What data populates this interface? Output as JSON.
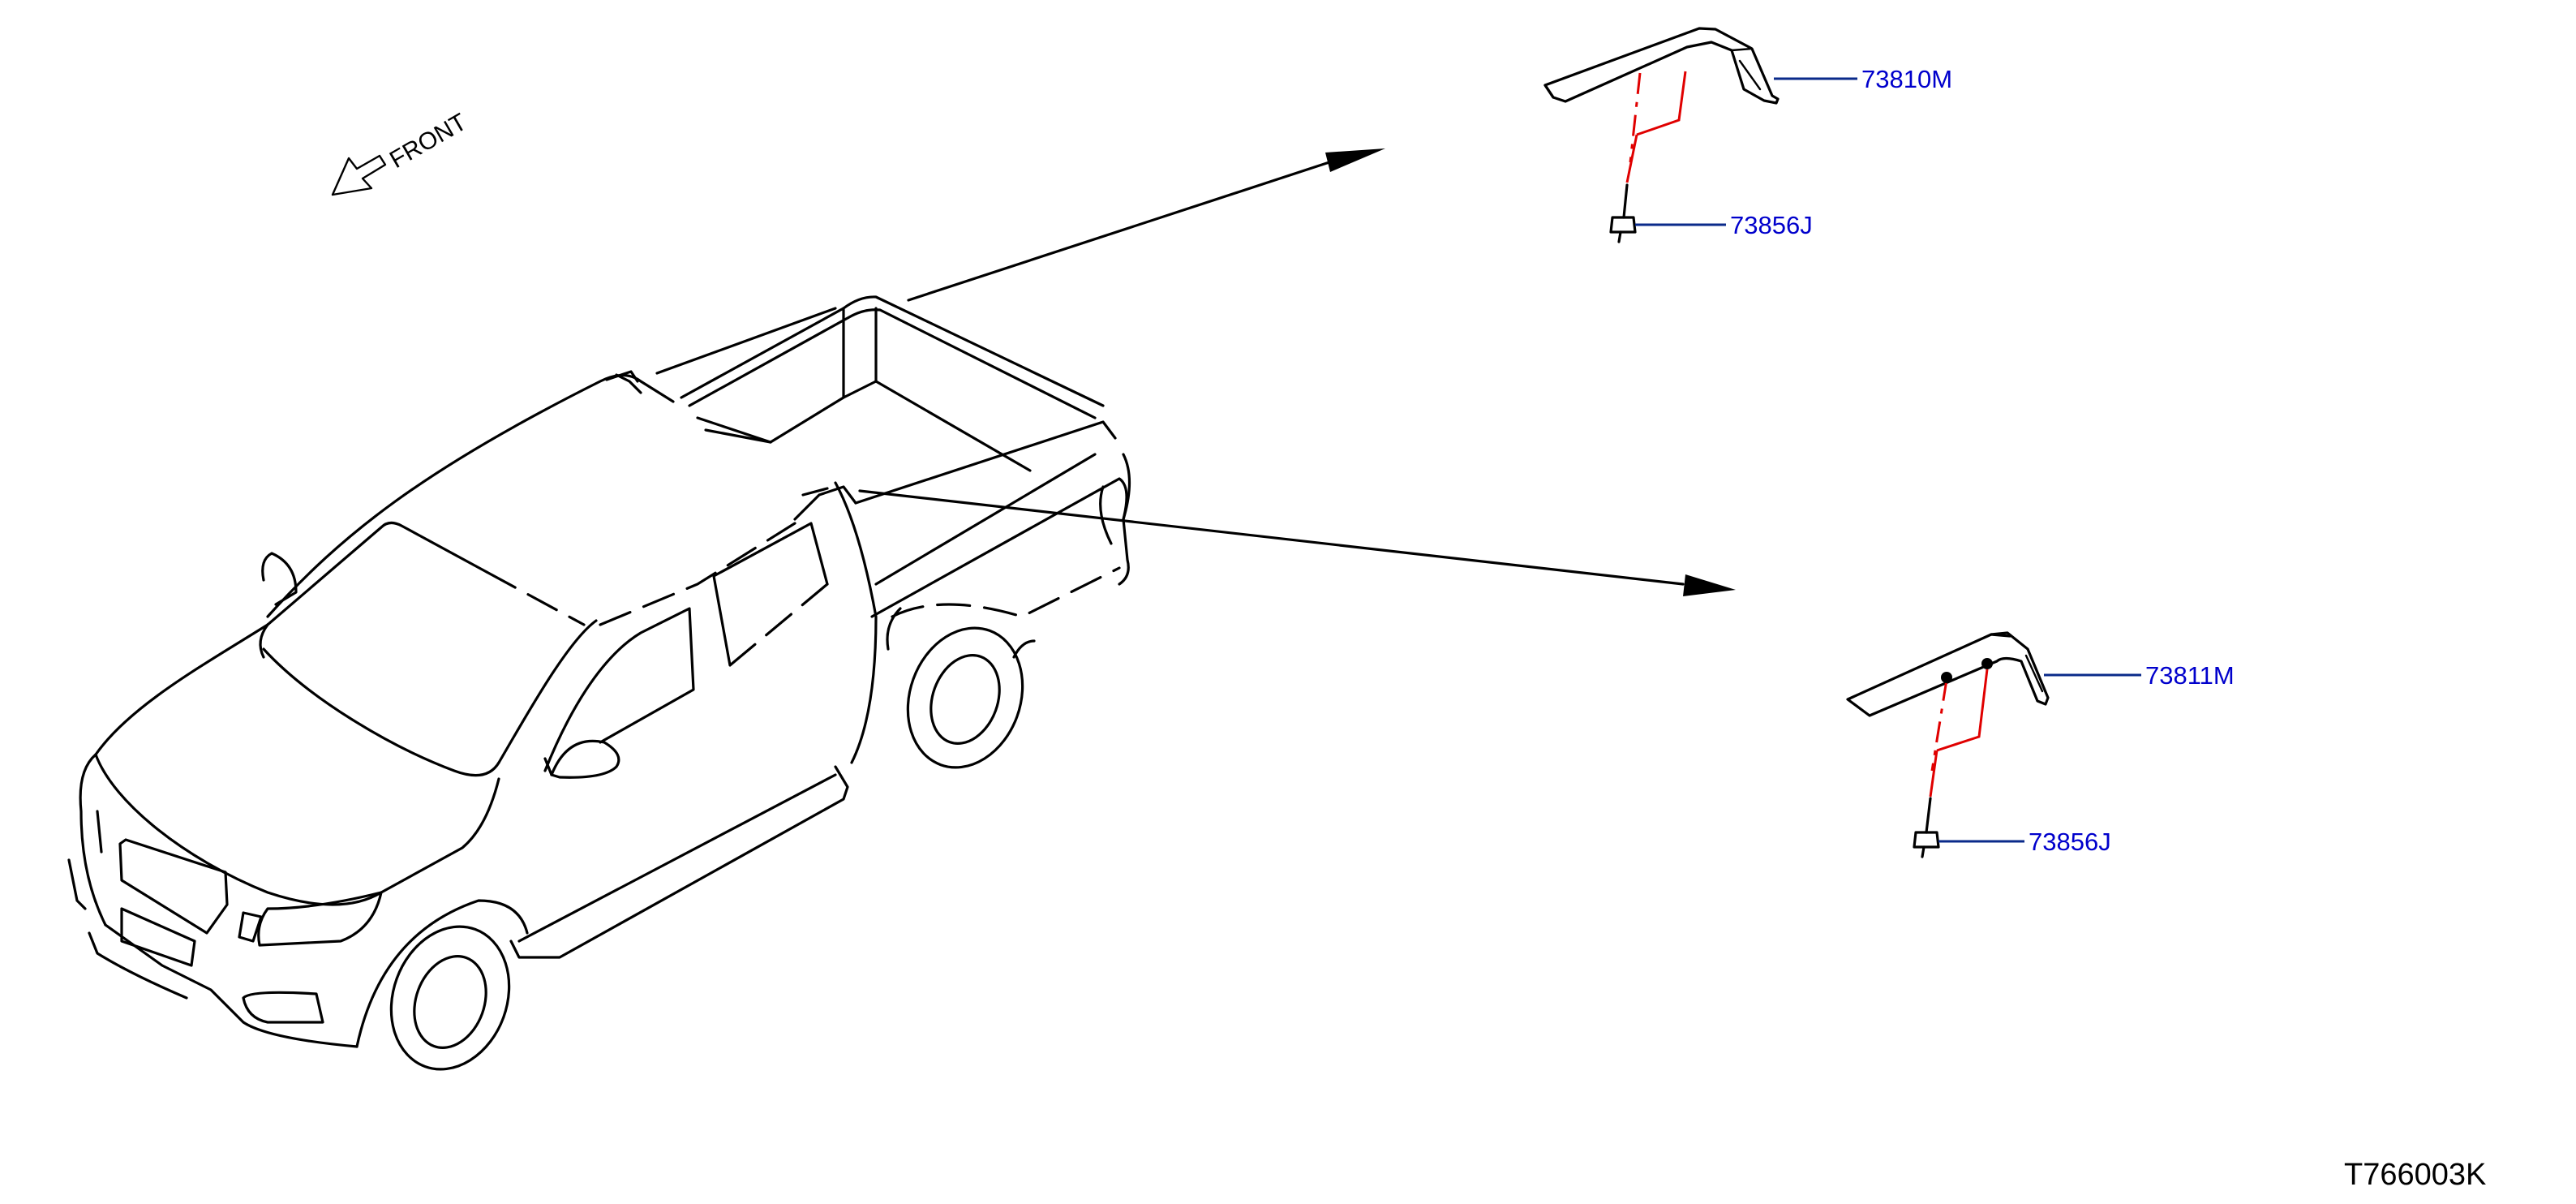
{
  "direction_label": "FRONT",
  "diagram_code": "T766003K",
  "callout_color": "#0000cc",
  "parts": [
    {
      "part_number": "73810M"
    },
    {
      "part_number": "73856J"
    },
    {
      "part_number": "73811M"
    },
    {
      "part_number": "73856J"
    }
  ]
}
